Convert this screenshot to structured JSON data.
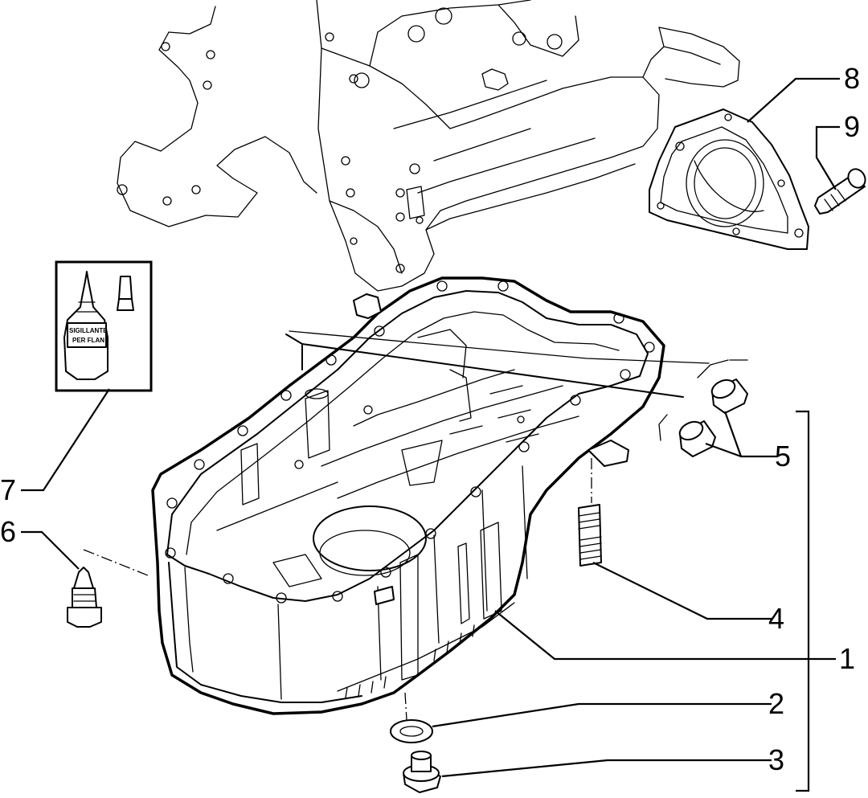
{
  "callouts": [
    {
      "id": "1",
      "label": "1"
    },
    {
      "id": "2",
      "label": "2"
    },
    {
      "id": "3",
      "label": "3"
    },
    {
      "id": "4",
      "label": "4"
    },
    {
      "id": "5",
      "label": "5"
    },
    {
      "id": "6",
      "label": "6"
    },
    {
      "id": "7",
      "label": "7"
    },
    {
      "id": "8",
      "label": "8"
    },
    {
      "id": "9",
      "label": "9"
    }
  ],
  "sealant_label": {
    "line1": "SIGILLANTE",
    "line2": "PER FLAN"
  }
}
